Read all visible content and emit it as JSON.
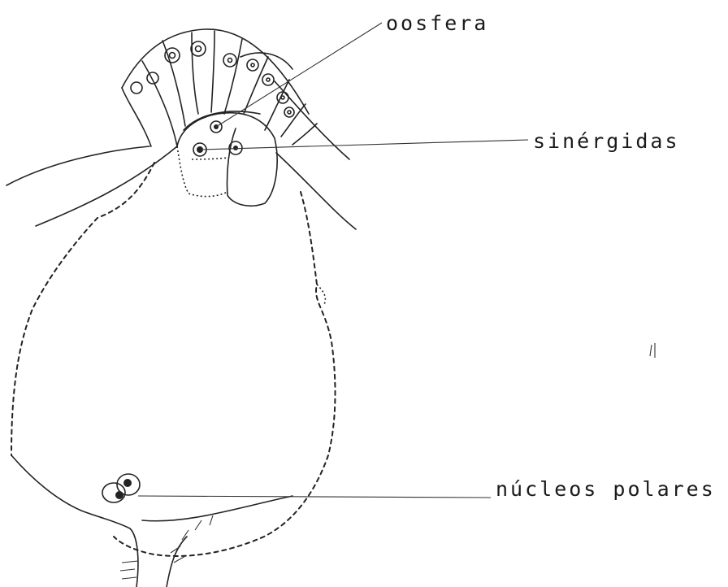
{
  "labels": {
    "oosfera": "oosfera",
    "sinergidas": "sinérgidas",
    "nucleos_polares": "núcleos polares"
  },
  "colors": {
    "ink": "#222222",
    "background": "#ffffff"
  }
}
